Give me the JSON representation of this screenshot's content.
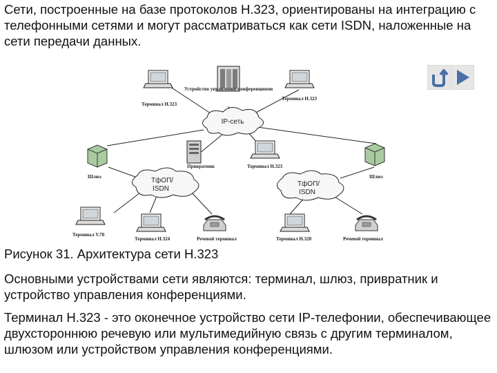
{
  "text": {
    "intro": "Сети, построенные на базе протоколов Н.323, ориентированы на интеграцию с телефонными сетями и могут рассматриваться как сети ISDN, наложенные на сети передачи данных.",
    "caption": "Рисунок 31. Архитектура сети Н.323",
    "p2": "Основными устройствами сети являются: терминал, шлюз, привратник и устройство управления конференциями.",
    "p3": "Терминал Н.323 - это оконечное устройство сети IP-телефонии, обеспечивающее двухстороннюю речевую или мультимедийную связь с другим терминалом, шлюзом или устройством управления конференциями."
  },
  "diagram": {
    "labels": {
      "mcu": "Устройство управления конференциями",
      "term_tl": "Терминал H.323",
      "term_tr": "Терминал H.323",
      "ip_cloud": "IP-сеть",
      "gatekeeper": "Привратник",
      "term_mid": "Терминал H.323",
      "gw_left": "Шлюз",
      "gw_right": "Шлюз",
      "pstn_left_1": "ТфОП/",
      "pstn_left_2": "ISDN",
      "pstn_right_1": "ТфОП/",
      "pstn_right_2": "ISDN",
      "term_v70": "Терминал V.70",
      "term_h324": "Терминал H.324",
      "phone_left": "Речевой терминал",
      "term_h320": "Терминал H.320",
      "phone_right": "Речевой терминал"
    }
  },
  "nav": {
    "colors": {
      "bg": "#e6e6e6",
      "icon": "#4a6fa5"
    }
  }
}
